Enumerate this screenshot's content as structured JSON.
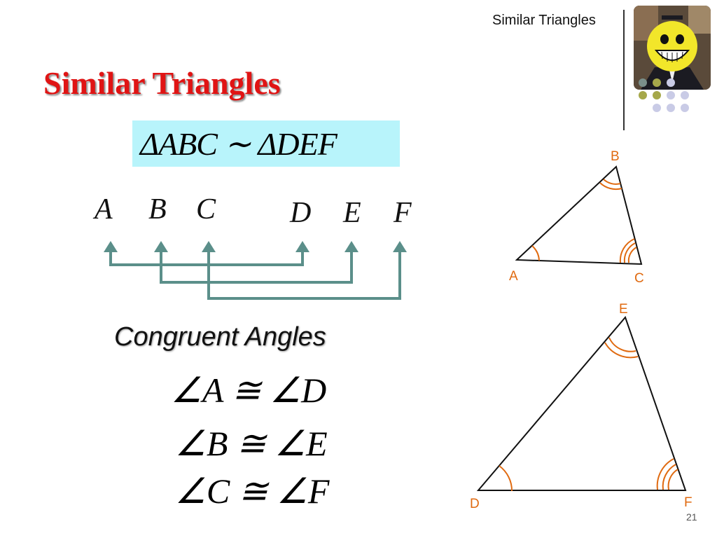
{
  "header": {
    "title": "Similar Triangles"
  },
  "slide": {
    "title": "Similar Triangles",
    "formula": "ΔABC ∼ ΔDEF",
    "left_vertices": [
      "A",
      "B",
      "C"
    ],
    "right_vertices": [
      "D",
      "E",
      "F"
    ],
    "congruent_heading": "Congruent Angles",
    "equalities": [
      "∠A ≅ ∠D",
      "∠B ≅ ∠E",
      "∠C ≅ ∠F"
    ]
  },
  "triangle_small": {
    "labels": [
      "A",
      "B",
      "C"
    ]
  },
  "triangle_large": {
    "labels": [
      "D",
      "E",
      "F"
    ]
  },
  "colors": {
    "title_red": "#e01414",
    "formula_bg": "#b8f4fb",
    "arrow_teal": "#5b8f8a",
    "angle_orange": "#e06a10",
    "dot_olive": "#a6a84a",
    "dot_lavender": "#c9cbe6"
  },
  "page_number": "21"
}
